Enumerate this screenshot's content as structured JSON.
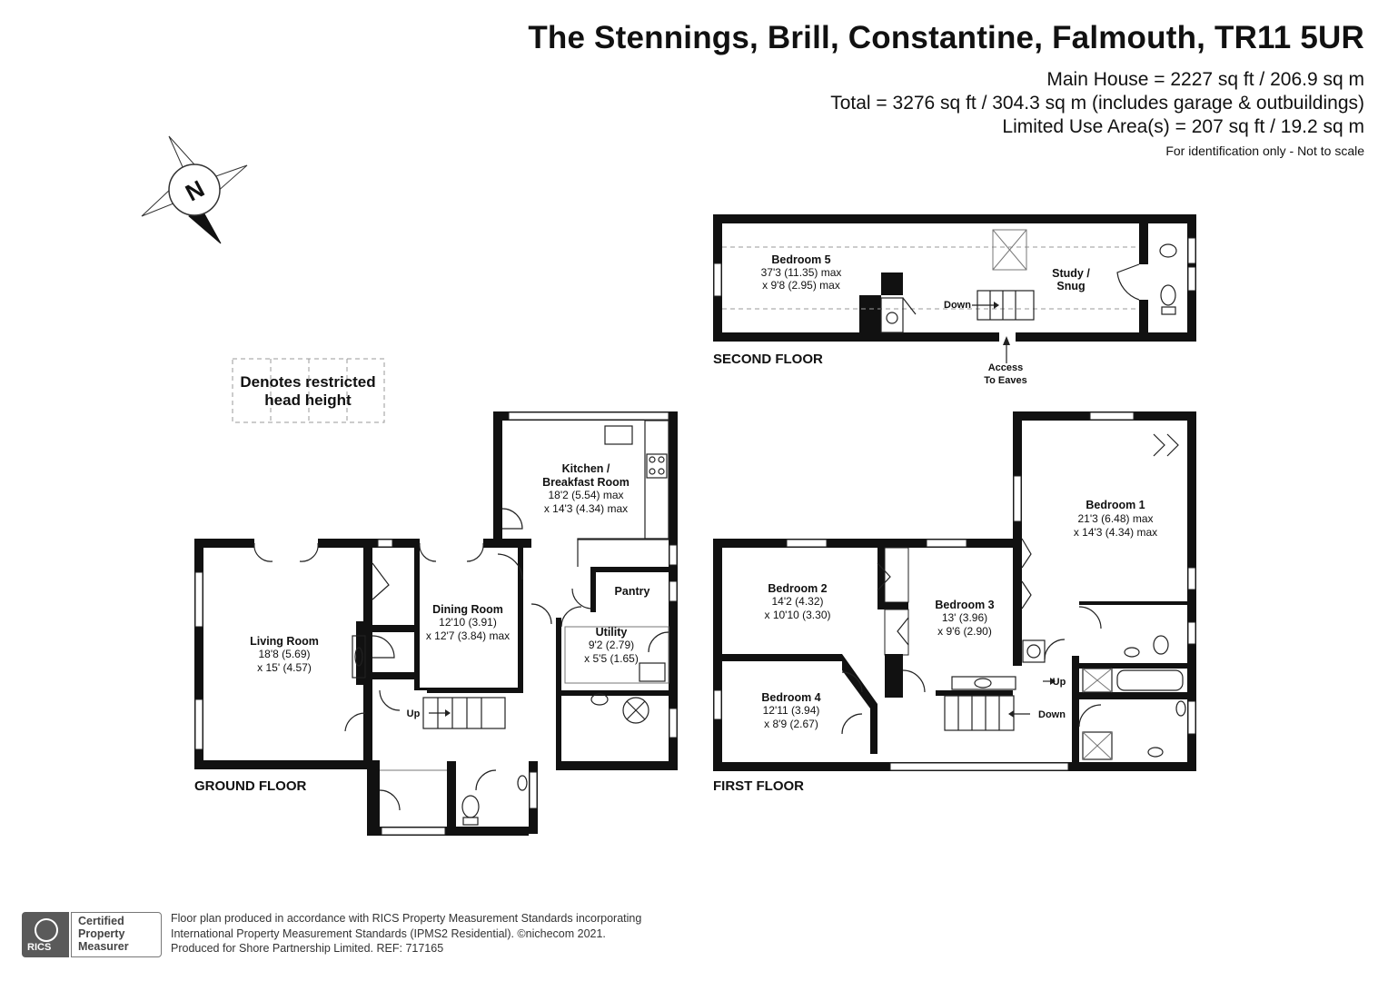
{
  "header": {
    "title": "The Stennings, Brill, Constantine, Falmouth, TR11 5UR",
    "main_house_area": "Main House = 2227 sq ft / 206.9 sq m",
    "total_area": "Total = 3276 sq ft / 304.3 sq m (includes garage & outbuildings)",
    "limited_use_area": "Limited Use Area(s) = 207 sq ft / 19.2 sq m",
    "identification_note": "For identification only - Not to scale"
  },
  "compass": {
    "letter": "N"
  },
  "legend": {
    "line1": "Denotes restricted",
    "line2": "head height"
  },
  "floors": {
    "ground": {
      "label": "GROUND FLOOR",
      "rooms": {
        "living": {
          "name": "Living Room",
          "dim1": "18'8 (5.69)",
          "dim2": "x 15' (4.57)"
        },
        "dining": {
          "name": "Dining Room",
          "dim1": "12'10 (3.91)",
          "dim2": "x 12'7 (3.84) max"
        },
        "kitchen": {
          "name1": "Kitchen /",
          "name2": "Breakfast Room",
          "dim1": "18'2 (5.54) max",
          "dim2": "x 14'3 (4.34) max"
        },
        "pantry": {
          "name": "Pantry"
        },
        "utility": {
          "name": "Utility",
          "dim1": "9'2 (2.79)",
          "dim2": "x 5'5 (1.65)"
        }
      },
      "stair_label": "Up"
    },
    "first": {
      "label": "FIRST FLOOR",
      "rooms": {
        "bed1": {
          "name": "Bedroom 1",
          "dim1": "21'3 (6.48) max",
          "dim2": "x 14'3 (4.34) max"
        },
        "bed2": {
          "name": "Bedroom 2",
          "dim1": "14'2 (4.32)",
          "dim2": "x 10'10 (3.30)"
        },
        "bed3": {
          "name": "Bedroom 3",
          "dim1": "13' (3.96)",
          "dim2": "x 9'6 (2.90)"
        },
        "bed4": {
          "name": "Bedroom 4",
          "dim1": "12'11 (3.94)",
          "dim2": "x 8'9 (2.67)"
        }
      },
      "stair_up": "Up",
      "stair_down": "Down"
    },
    "second": {
      "label": "SECOND FLOOR",
      "rooms": {
        "bed5": {
          "name": "Bedroom 5",
          "dim1": "37'3 (11.35) max",
          "dim2": "x 9'8 (2.95) max"
        },
        "study": {
          "name1": "Study /",
          "name2": "Snug"
        }
      },
      "stair_down": "Down",
      "eaves1": "Access",
      "eaves2": "To Eaves"
    }
  },
  "footer": {
    "line1": "Floor plan produced in accordance with RICS Property Measurement Standards incorporating",
    "line2": "International Property Measurement Standards (IPMS2 Residential).  ©nichecom 2021.",
    "line3": "Produced for Shore Partnership Limited.   REF:  717165"
  },
  "badge": {
    "rics": "RICS",
    "line1": "Certified",
    "line2": "Property",
    "line3": "Measurer"
  }
}
